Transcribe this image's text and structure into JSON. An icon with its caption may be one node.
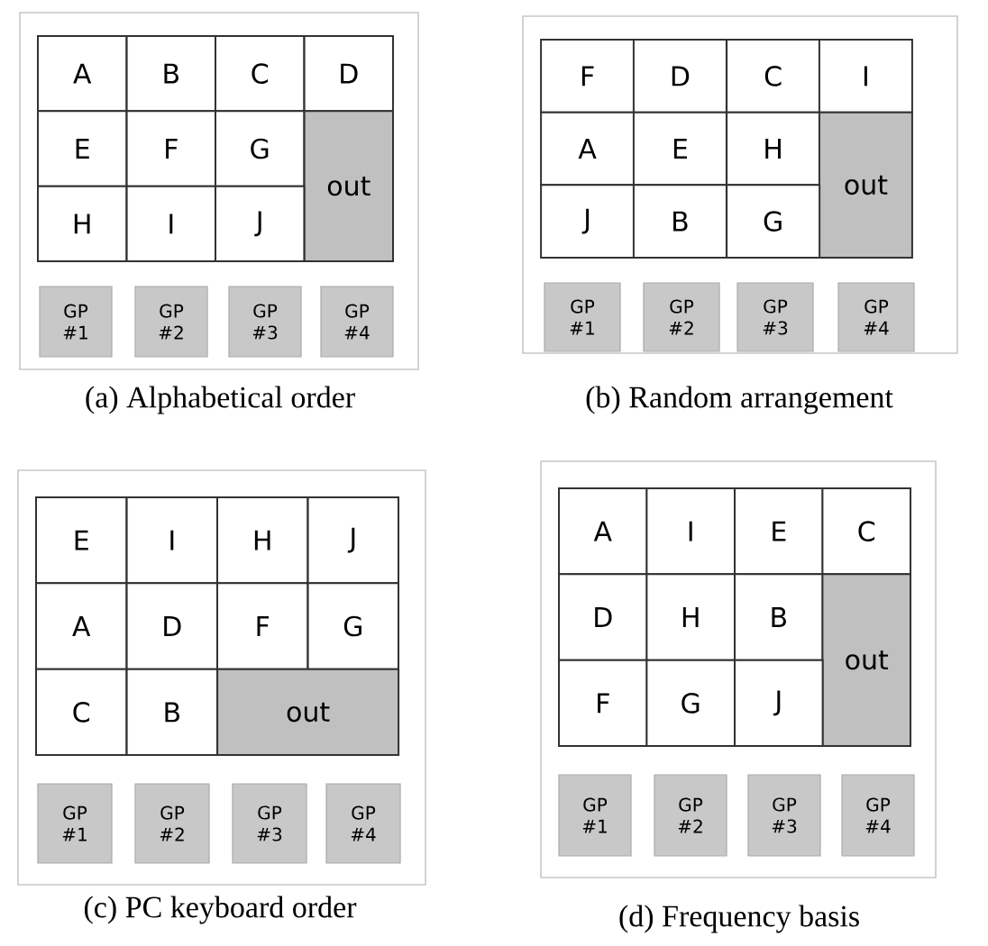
{
  "diagram": {
    "nodes": [
      {
        "text": [
          "(a) Alphabetical order"
        ]
      },
      {
        "text": [
          "A"
        ],
        "in": 0
      },
      {
        "text": [
          "B"
        ],
        "in": 0
      },
      {
        "text": [
          "C"
        ],
        "in": 0
      },
      {
        "text": [
          "D"
        ],
        "in": 0
      },
      {
        "text": [
          "E"
        ],
        "in": 0
      },
      {
        "text": [
          "F"
        ],
        "in": 0
      },
      {
        "text": [
          "G"
        ],
        "in": 0
      },
      {
        "text": [
          "out"
        ],
        "in": 0
      },
      {
        "text": [
          "H"
        ],
        "in": 0
      },
      {
        "text": [
          "I"
        ],
        "in": 0
      },
      {
        "text": [
          "J"
        ],
        "in": 0
      },
      {
        "text": [
          "GP #1"
        ],
        "in": 0
      },
      {
        "text": [
          "GP #2"
        ],
        "in": 0
      },
      {
        "text": [
          "GP #3"
        ],
        "in": 0
      },
      {
        "text": [
          "GP #4"
        ],
        "in": 0
      },
      {
        "text": [
          "(b) Random arrangement"
        ]
      },
      {
        "text": [
          "F"
        ],
        "in": 16
      },
      {
        "text": [
          "D"
        ],
        "in": 16
      },
      {
        "text": [
          "C"
        ],
        "in": 16
      },
      {
        "text": [
          "I"
        ],
        "in": 16
      },
      {
        "text": [
          "A"
        ],
        "in": 16
      },
      {
        "text": [
          "E"
        ],
        "in": 16
      },
      {
        "text": [
          "H"
        ],
        "in": 16
      },
      {
        "text": [
          "out"
        ],
        "in": 16
      },
      {
        "text": [
          "J"
        ],
        "in": 16
      },
      {
        "text": [
          "B"
        ],
        "in": 16
      },
      {
        "text": [
          "G"
        ],
        "in": 16
      },
      {
        "text": [
          "GP #1"
        ],
        "in": 16
      },
      {
        "text": [
          "GP #2"
        ],
        "in": 16
      },
      {
        "text": [
          "GP #3"
        ],
        "in": 16
      },
      {
        "text": [
          "GP #4"
        ],
        "in": 16
      },
      {
        "text": [
          "(c) PC keyboard order"
        ]
      },
      {
        "text": [
          "E"
        ],
        "in": 32
      },
      {
        "text": [
          "I"
        ],
        "in": 32
      },
      {
        "text": [
          "H"
        ],
        "in": 32
      },
      {
        "text": [
          "J"
        ],
        "in": 32
      },
      {
        "text": [
          "A"
        ],
        "in": 32
      },
      {
        "text": [
          "D"
        ],
        "in": 32
      },
      {
        "text": [
          "F"
        ],
        "in": 32
      },
      {
        "text": [
          "G"
        ],
        "in": 32
      },
      {
        "text": [
          "C"
        ],
        "in": 32
      },
      {
        "text": [
          "B"
        ],
        "in": 32
      },
      {
        "text": [
          "out"
        ],
        "in": 32
      },
      {
        "text": [
          "GP #1"
        ],
        "in": 32
      },
      {
        "text": [
          "GP #2"
        ],
        "in": 32
      },
      {
        "text": [
          "GP #3"
        ],
        "in": 32
      },
      {
        "text": [
          "GP #4"
        ],
        "in": 32
      },
      {
        "text": [
          "(d) Frequency basis"
        ]
      },
      {
        "text": [
          "A"
        ],
        "in": 48
      },
      {
        "text": [
          "I"
        ],
        "in": 48
      },
      {
        "text": [
          "E"
        ],
        "in": 48
      },
      {
        "text": [
          "C"
        ],
        "in": 48
      },
      {
        "text": [
          "D"
        ],
        "in": 48
      },
      {
        "text": [
          "H"
        ],
        "in": 48
      },
      {
        "text": [
          "B"
        ],
        "in": 48
      },
      {
        "text": [
          "out"
        ],
        "in": 48
      },
      {
        "text": [
          "F"
        ],
        "in": 48
      },
      {
        "text": [
          "G"
        ],
        "in": 48
      },
      {
        "text": [
          "J"
        ],
        "in": 48
      },
      {
        "text": [
          "GP #1"
        ],
        "in": 48
      },
      {
        "text": [
          "GP #2"
        ],
        "in": 48
      },
      {
        "text": [
          "GP #3"
        ],
        "in": 48
      },
      {
        "text": [
          "GP #4"
        ],
        "in": 48
      }
    ]
  }
}
